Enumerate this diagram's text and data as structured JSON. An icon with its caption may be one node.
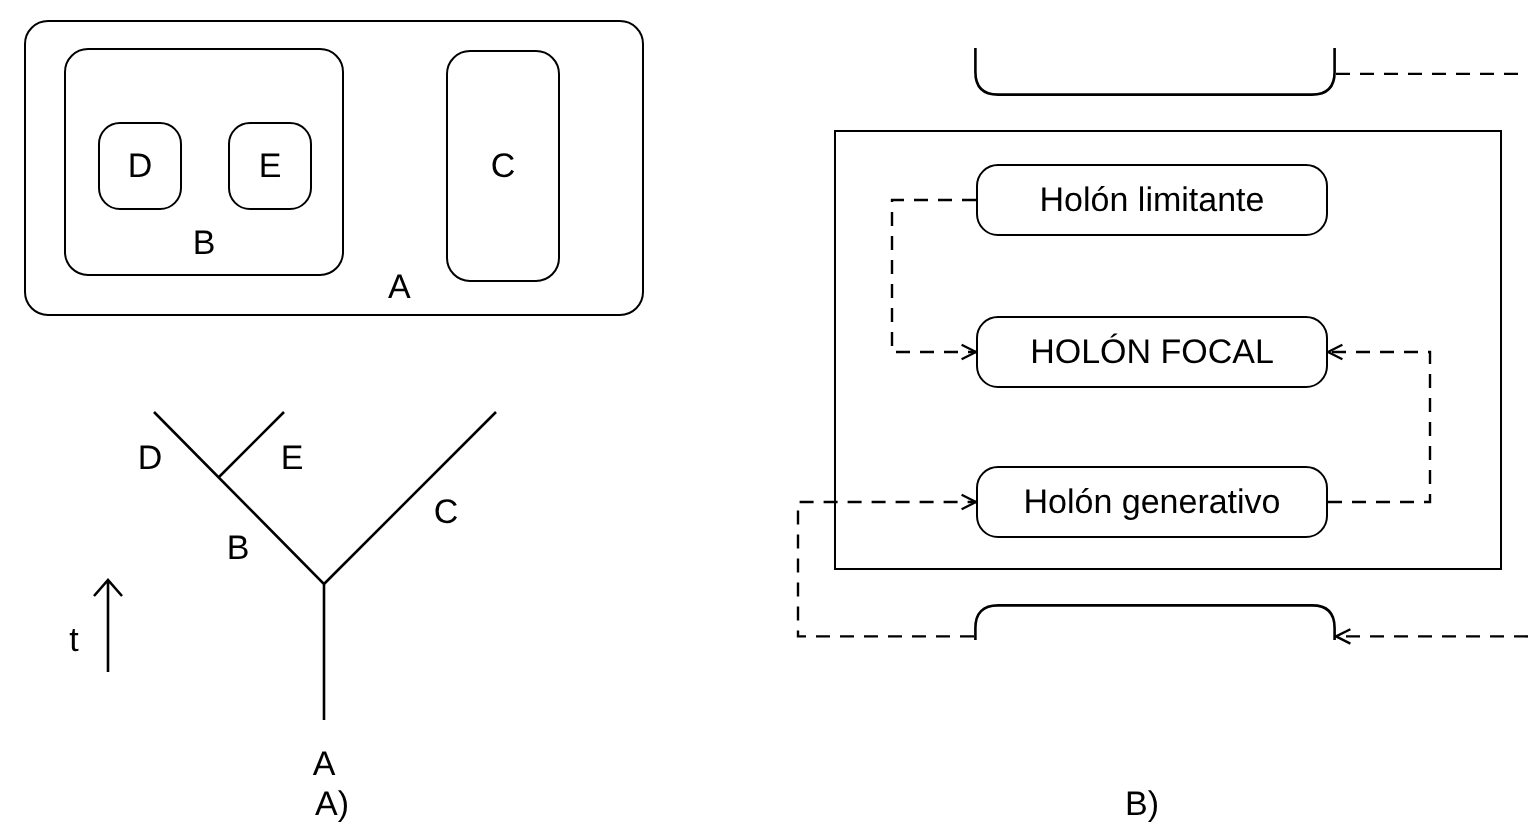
{
  "diagram": {
    "nodes": [
      {
        "text": [
          "A"
        ]
      },
      {
        "text": [
          "B"
        ],
        "in": 0
      },
      {
        "text": [
          "D"
        ],
        "in": 1
      },
      {
        "text": [
          "E"
        ],
        "in": 1
      },
      {
        "text": [
          "C"
        ],
        "in": 0
      },
      {
        "text": [],
        "shape": "box"
      },
      {
        "text": [
          "Holón limitante"
        ],
        "in": 5
      },
      {
        "text": [
          "HOLÓN FOCAL"
        ],
        "in": 5
      },
      {
        "text": [
          "Holón generativo"
        ],
        "in": 5
      },
      {
        "text": [],
        "shape": "box"
      },
      {
        "text": [],
        "shape": "box"
      }
    ],
    "edges": [
      {
        "from": 6,
        "to": 7,
        "arrow": "to",
        "style": "dashed"
      },
      {
        "from": 8,
        "to": 7,
        "arrow": "to",
        "style": "dashed"
      },
      {
        "from": 10,
        "to": 8,
        "arrow": "to",
        "style": "dashed"
      },
      {
        "from": 9,
        "to": null,
        "arrow": "none",
        "style": "dashed"
      },
      {
        "from": null,
        "to": 10,
        "arrow": "to",
        "style": "dashed"
      }
    ],
    "labels": [
      "D",
      "E",
      "B",
      "C",
      "t",
      "A",
      "A)",
      "B)"
    ]
  }
}
